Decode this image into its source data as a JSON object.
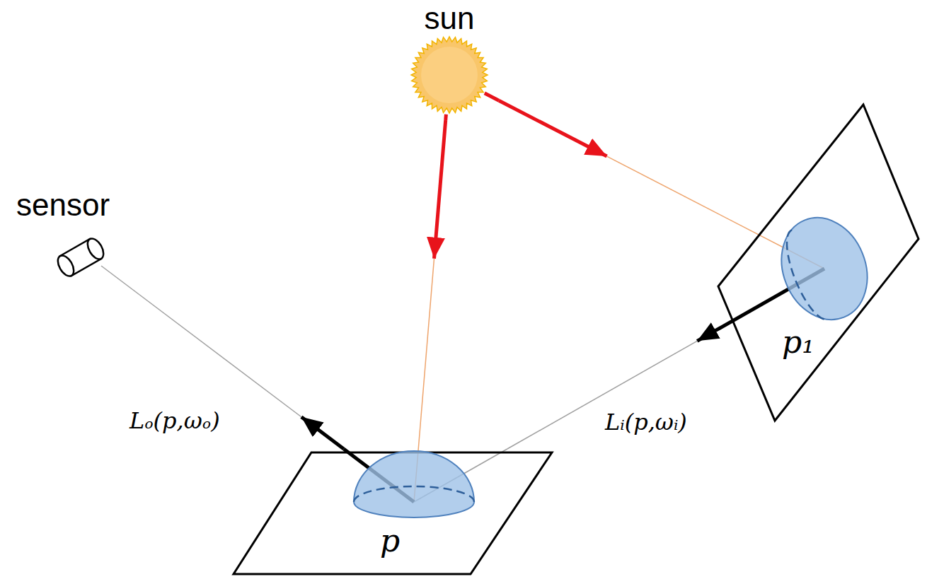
{
  "diagram": {
    "nodes": [
      {
        "text": [
          "sun"
        ]
      },
      {
        "text": [
          "sensor"
        ]
      },
      {
        "text": [
          "p₁"
        ]
      },
      {
        "text": [
          "p"
        ]
      }
    ],
    "edges": [
      {
        "from": 0,
        "to": 3,
        "arrow": "to"
      },
      {
        "from": 0,
        "to": 2,
        "arrow": "to"
      },
      {
        "from": 2,
        "to": 3,
        "label": "Lᵢ(p,ωᵢ)",
        "arrow": "to"
      },
      {
        "from": 3,
        "to": 1,
        "label": "Lₒ(p,ωₒ)",
        "arrow": "to"
      }
    ]
  }
}
